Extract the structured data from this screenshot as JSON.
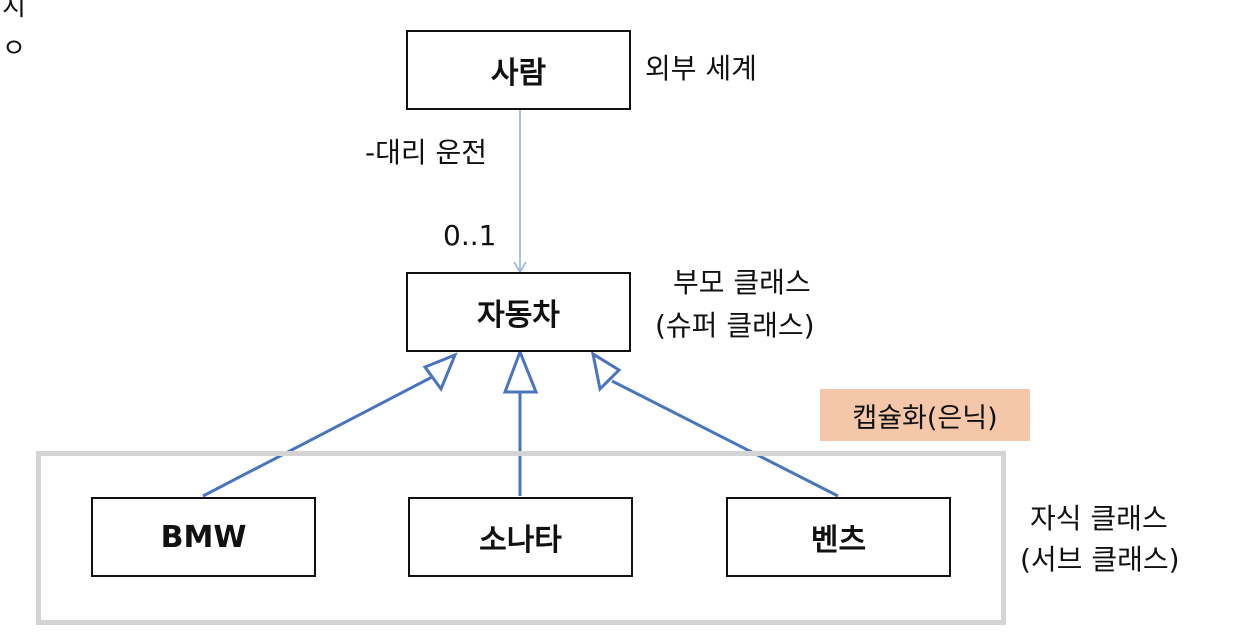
{
  "corner_fragments": [
    "지",
    "ㅇ"
  ],
  "nodes": {
    "person": "사람",
    "car": "자동차",
    "bmw": "BMW",
    "sonata": "소나타",
    "benz": "벤츠"
  },
  "labels": {
    "outside_world": "외부 세계",
    "association_role": "-대리 운전",
    "multiplicity": "0..1",
    "parent_class": "부모 클래스",
    "super_class": "(슈퍼 클래스)",
    "encapsulation": "캡슐화(은닉)",
    "child_class": "자식 클래스",
    "sub_class": "(서브 클래스)"
  },
  "colors": {
    "association_line": "#8fb0dc",
    "inheritance_line": "#4a74c0",
    "group_border": "#d4d4d4",
    "badge_background": "#f4c7aa"
  }
}
